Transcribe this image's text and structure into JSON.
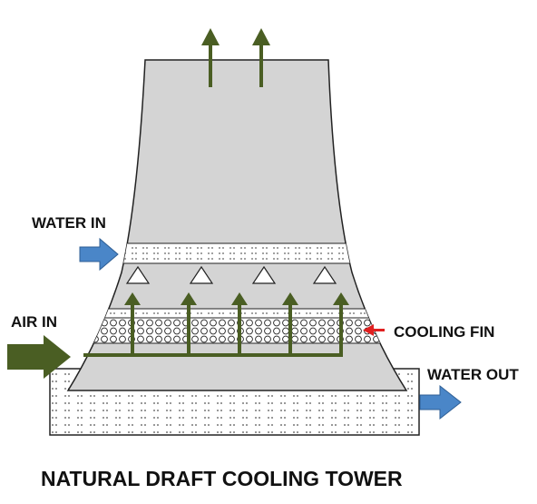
{
  "title": "NATURAL DRAFT COOLING TOWER",
  "labels": {
    "water_in": "WATER IN",
    "air_in": "AIR IN",
    "cooling_fin": "COOLING FIN",
    "water_out": "WATER OUT"
  },
  "colors": {
    "tower_fill": "#d4d4d4",
    "air_arrow": "#4a5e23",
    "water_arrow": "#4a86c8",
    "fin_pointer": "#e02020",
    "outline": "#222222"
  },
  "icons": [
    "air-flow-arrow",
    "water-flow-arrow",
    "spray-nozzle",
    "pointer-arrow"
  ]
}
